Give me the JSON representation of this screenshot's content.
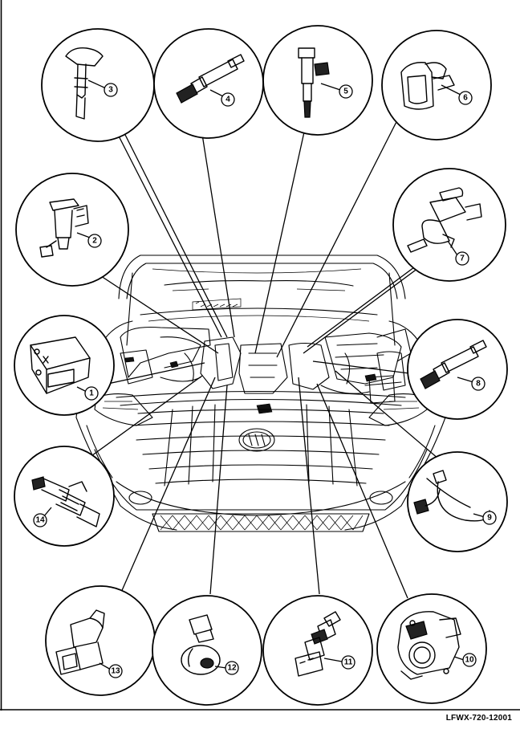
{
  "figure": {
    "reference_code": "LFWX-720-12001",
    "callouts": [
      {
        "number": "1",
        "icon": "ecu-module-icon"
      },
      {
        "number": "2",
        "icon": "fuel-pump-module-icon"
      },
      {
        "number": "3",
        "icon": "ignition-coil-icon"
      },
      {
        "number": "4",
        "icon": "oxygen-sensor-icon"
      },
      {
        "number": "5",
        "icon": "fuel-injector-icon"
      },
      {
        "number": "6",
        "icon": "camshaft-position-sensor-icon"
      },
      {
        "number": "7",
        "icon": "canister-purge-valve-icon"
      },
      {
        "number": "8",
        "icon": "oxygen-sensor-icon"
      },
      {
        "number": "9",
        "icon": "crankshaft-position-sensor-icon"
      },
      {
        "number": "10",
        "icon": "throttle-body-icon"
      },
      {
        "number": "11",
        "icon": "coolant-temperature-sensor-icon"
      },
      {
        "number": "12",
        "icon": "knock-sensor-icon"
      },
      {
        "number": "13",
        "icon": "intake-pressure-sensor-icon"
      },
      {
        "number": "14",
        "icon": "oil-control-valve-icon"
      }
    ]
  }
}
